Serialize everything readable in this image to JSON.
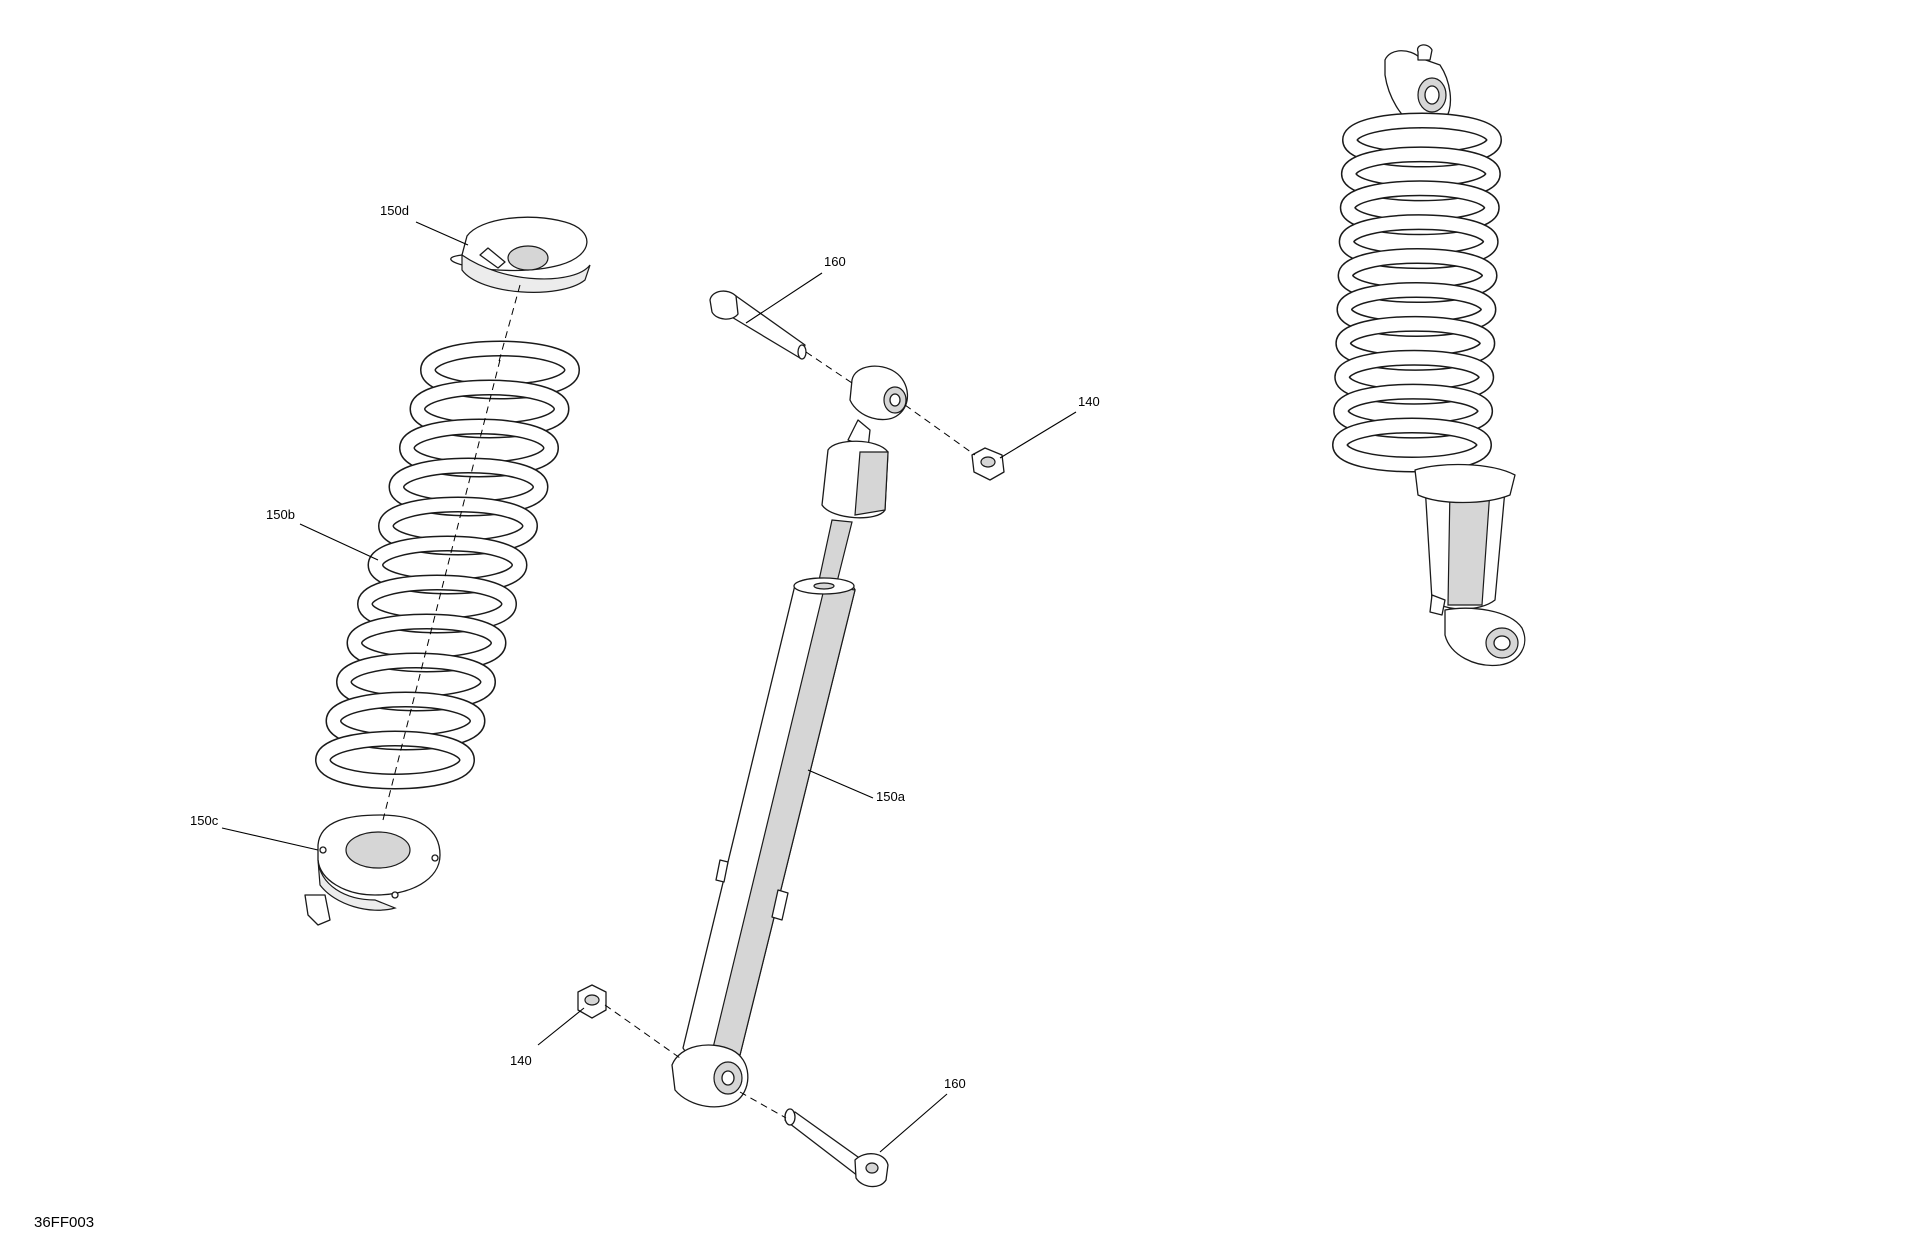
{
  "callouts": {
    "spring_seat_top": "150d",
    "spring": "150b",
    "spring_seat_bottom": "150c",
    "bolt_top": "160",
    "nut_top": "140",
    "shock_body": "150a",
    "nut_bottom": "140",
    "bolt_bottom": "160"
  },
  "illustration_ref": "36FF003"
}
